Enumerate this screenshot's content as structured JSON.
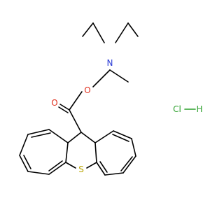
{
  "molecule": {
    "atoms": {
      "nitrogen": "N",
      "ester_oxygen": "O",
      "carbonyl_oxygen": "O",
      "sulfur": "S"
    },
    "salt": {
      "chlorine": "Cl",
      "hydrogen": "H"
    }
  },
  "colors": {
    "bond": "#000000",
    "nitrogen": "#2a3bd6",
    "oxygen": "#e0301e",
    "sulfur": "#b8a400",
    "chlorine": "#2ca02c",
    "hydrogen": "#2ca02c"
  }
}
